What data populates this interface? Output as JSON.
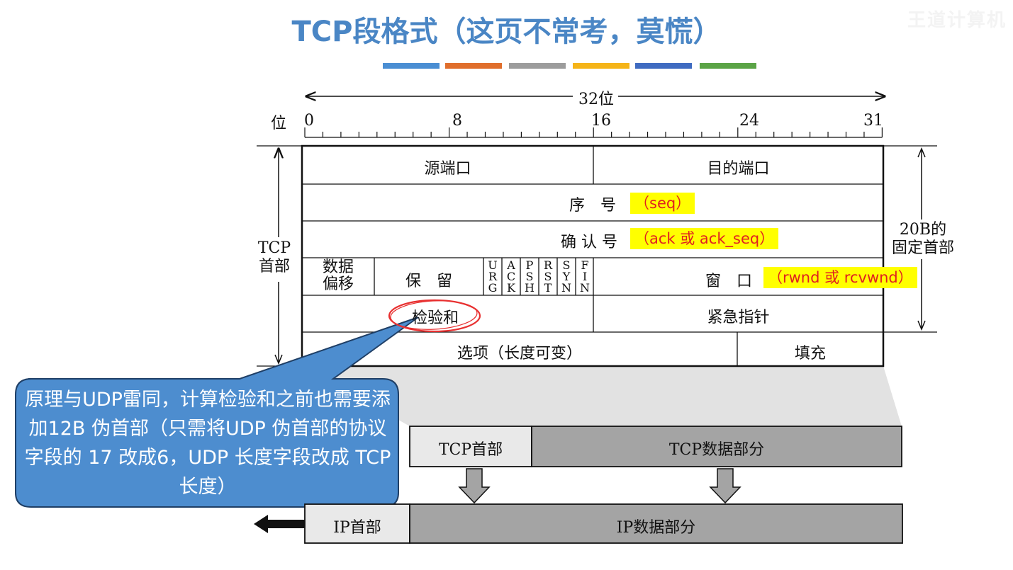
{
  "slide": {
    "title": "TCP段格式（这页不常考，莫慌）",
    "watermark": "王道计算机",
    "accent_colors": [
      "#4a8ed3",
      "#e06e2c",
      "#9c9c9c",
      "#f5b418",
      "#3f6bc1",
      "#5ba446"
    ]
  },
  "ruler": {
    "width_label": "32位",
    "bit_label": "位",
    "ticks": [
      "0",
      "8",
      "16",
      "24",
      "31"
    ]
  },
  "header": {
    "side_label": "TCP\n首部",
    "fixed_label": "20B的\n固定首部",
    "fields": {
      "src_port": "源端口",
      "dst_port": "目的端口",
      "seq": "序　号",
      "seq_note": "（seq）",
      "ack": "确 认 号",
      "ack_note": "（ack 或 ack_seq）",
      "data_offset_1": "数据",
      "data_offset_2": "偏移",
      "reserved": "保　留",
      "flags": [
        "URG",
        "ACK",
        "PSH",
        "RST",
        "SYN",
        "FIN"
      ],
      "window": "窗　口",
      "window_note": "（rwnd 或 rcvwnd）",
      "checksum": "检验和",
      "urgent_ptr": "紧急指针",
      "options": "选项（长度可变）",
      "padding": "填充"
    }
  },
  "callout": {
    "text": "原理与UDP雷同，计算检验和之前也需要添加12B 伪首部（只需将UDP 伪首部的协议字段的 17 改成6，UDP 长度字段改成 TCP 长度）",
    "color": "#4d8dcf"
  },
  "encap": {
    "tcp_header": "TCP首部",
    "tcp_data": "TCP数据部分",
    "ip_header": "IP首部",
    "ip_data": "IP数据部分"
  }
}
